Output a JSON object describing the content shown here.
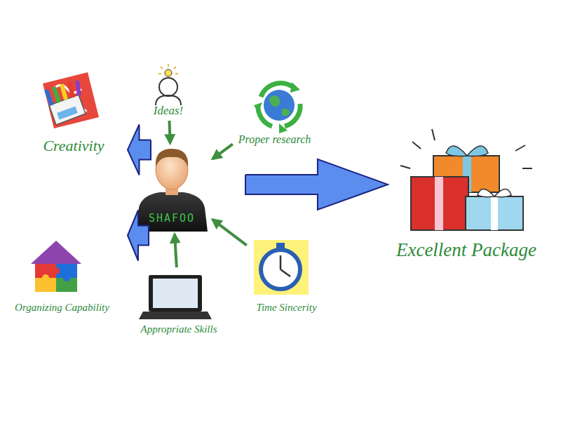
{
  "diagram": {
    "nodes": [
      {
        "text": [
          "Ideas!"
        ]
      },
      {
        "text": [
          "Creativity"
        ]
      },
      {
        "text": [
          "Proper research"
        ]
      },
      {
        "text": [
          "SHAFOO"
        ]
      },
      {
        "text": [
          "Excellent Package"
        ]
      },
      {
        "text": [
          "Organizing Capability"
        ]
      },
      {
        "text": [
          "Appropriate Skills"
        ]
      },
      {
        "text": [
          "Time Sincerity"
        ]
      }
    ],
    "edges": [
      {
        "from": 0,
        "to": 3,
        "arrow": "to"
      },
      {
        "from": 1,
        "to": 3,
        "arrow": "to"
      },
      {
        "from": 2,
        "to": 3,
        "arrow": "to"
      },
      {
        "from": 5,
        "to": 3,
        "arrow": "to"
      },
      {
        "from": 6,
        "to": 3,
        "arrow": "to"
      },
      {
        "from": 7,
        "to": 3,
        "arrow": "to"
      },
      {
        "from": 3,
        "to": 4,
        "arrow": "to"
      }
    ]
  }
}
